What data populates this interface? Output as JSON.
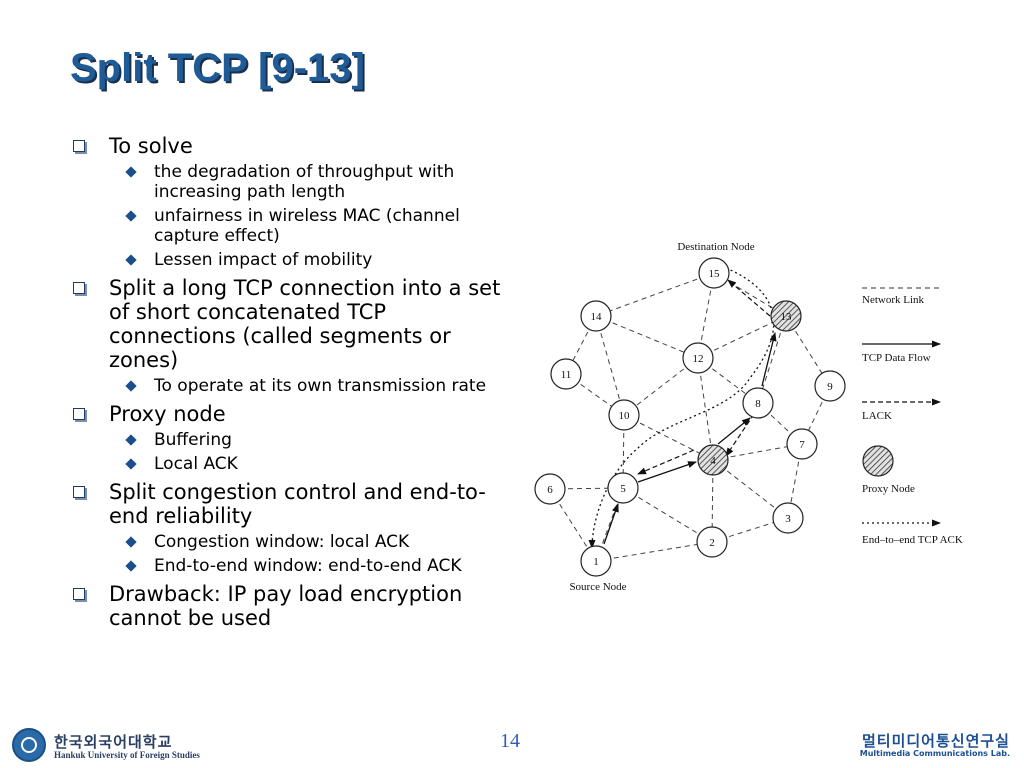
{
  "slide": {
    "title": "Split TCP [9-13]",
    "page_number": "14"
  },
  "bullets": [
    {
      "text": "To solve",
      "subs": [
        "the degradation of throughput with increasing path length",
        "unfairness in wireless MAC (channel capture effect)",
        "Lessen impact of mobility"
      ]
    },
    {
      "text": "Split a long TCP connection into a set of short concatenated TCP connections (called segments or zones)",
      "subs": [
        "To operate at its own transmission rate"
      ]
    },
    {
      "text": "Proxy node",
      "subs": [
        "Buffering",
        "Local ACK"
      ]
    },
    {
      "text": "Split congestion control and end-to-end reliability",
      "subs": [
        "Congestion window: local ACK",
        "End-to-end window: end-to-end ACK"
      ]
    },
    {
      "text": "Drawback: IP pay load encryption cannot be used",
      "subs": []
    }
  ],
  "diagram": {
    "destination_label": "Destination Node",
    "source_label": "Source Node",
    "nodes": [
      "15",
      "14",
      "13",
      "12",
      "11",
      "10",
      "9",
      "8",
      "7",
      "6",
      "5",
      "4",
      "3",
      "2",
      "1"
    ],
    "proxy_nodes": [
      "13",
      "4"
    ],
    "legend": {
      "network_link": "Network Link",
      "tcp_data_flow": "TCP Data Flow",
      "lack": "LACK",
      "proxy_node": "Proxy Node",
      "e2e_ack": "End–to–end TCP ACK"
    }
  },
  "footer": {
    "university_ko": "한국외국어대학교",
    "university_en": "Hankuk University of Foreign Studies",
    "lab_ko": "멀티미디어통신연구실",
    "lab_en": "Multimedia Communications Lab."
  }
}
